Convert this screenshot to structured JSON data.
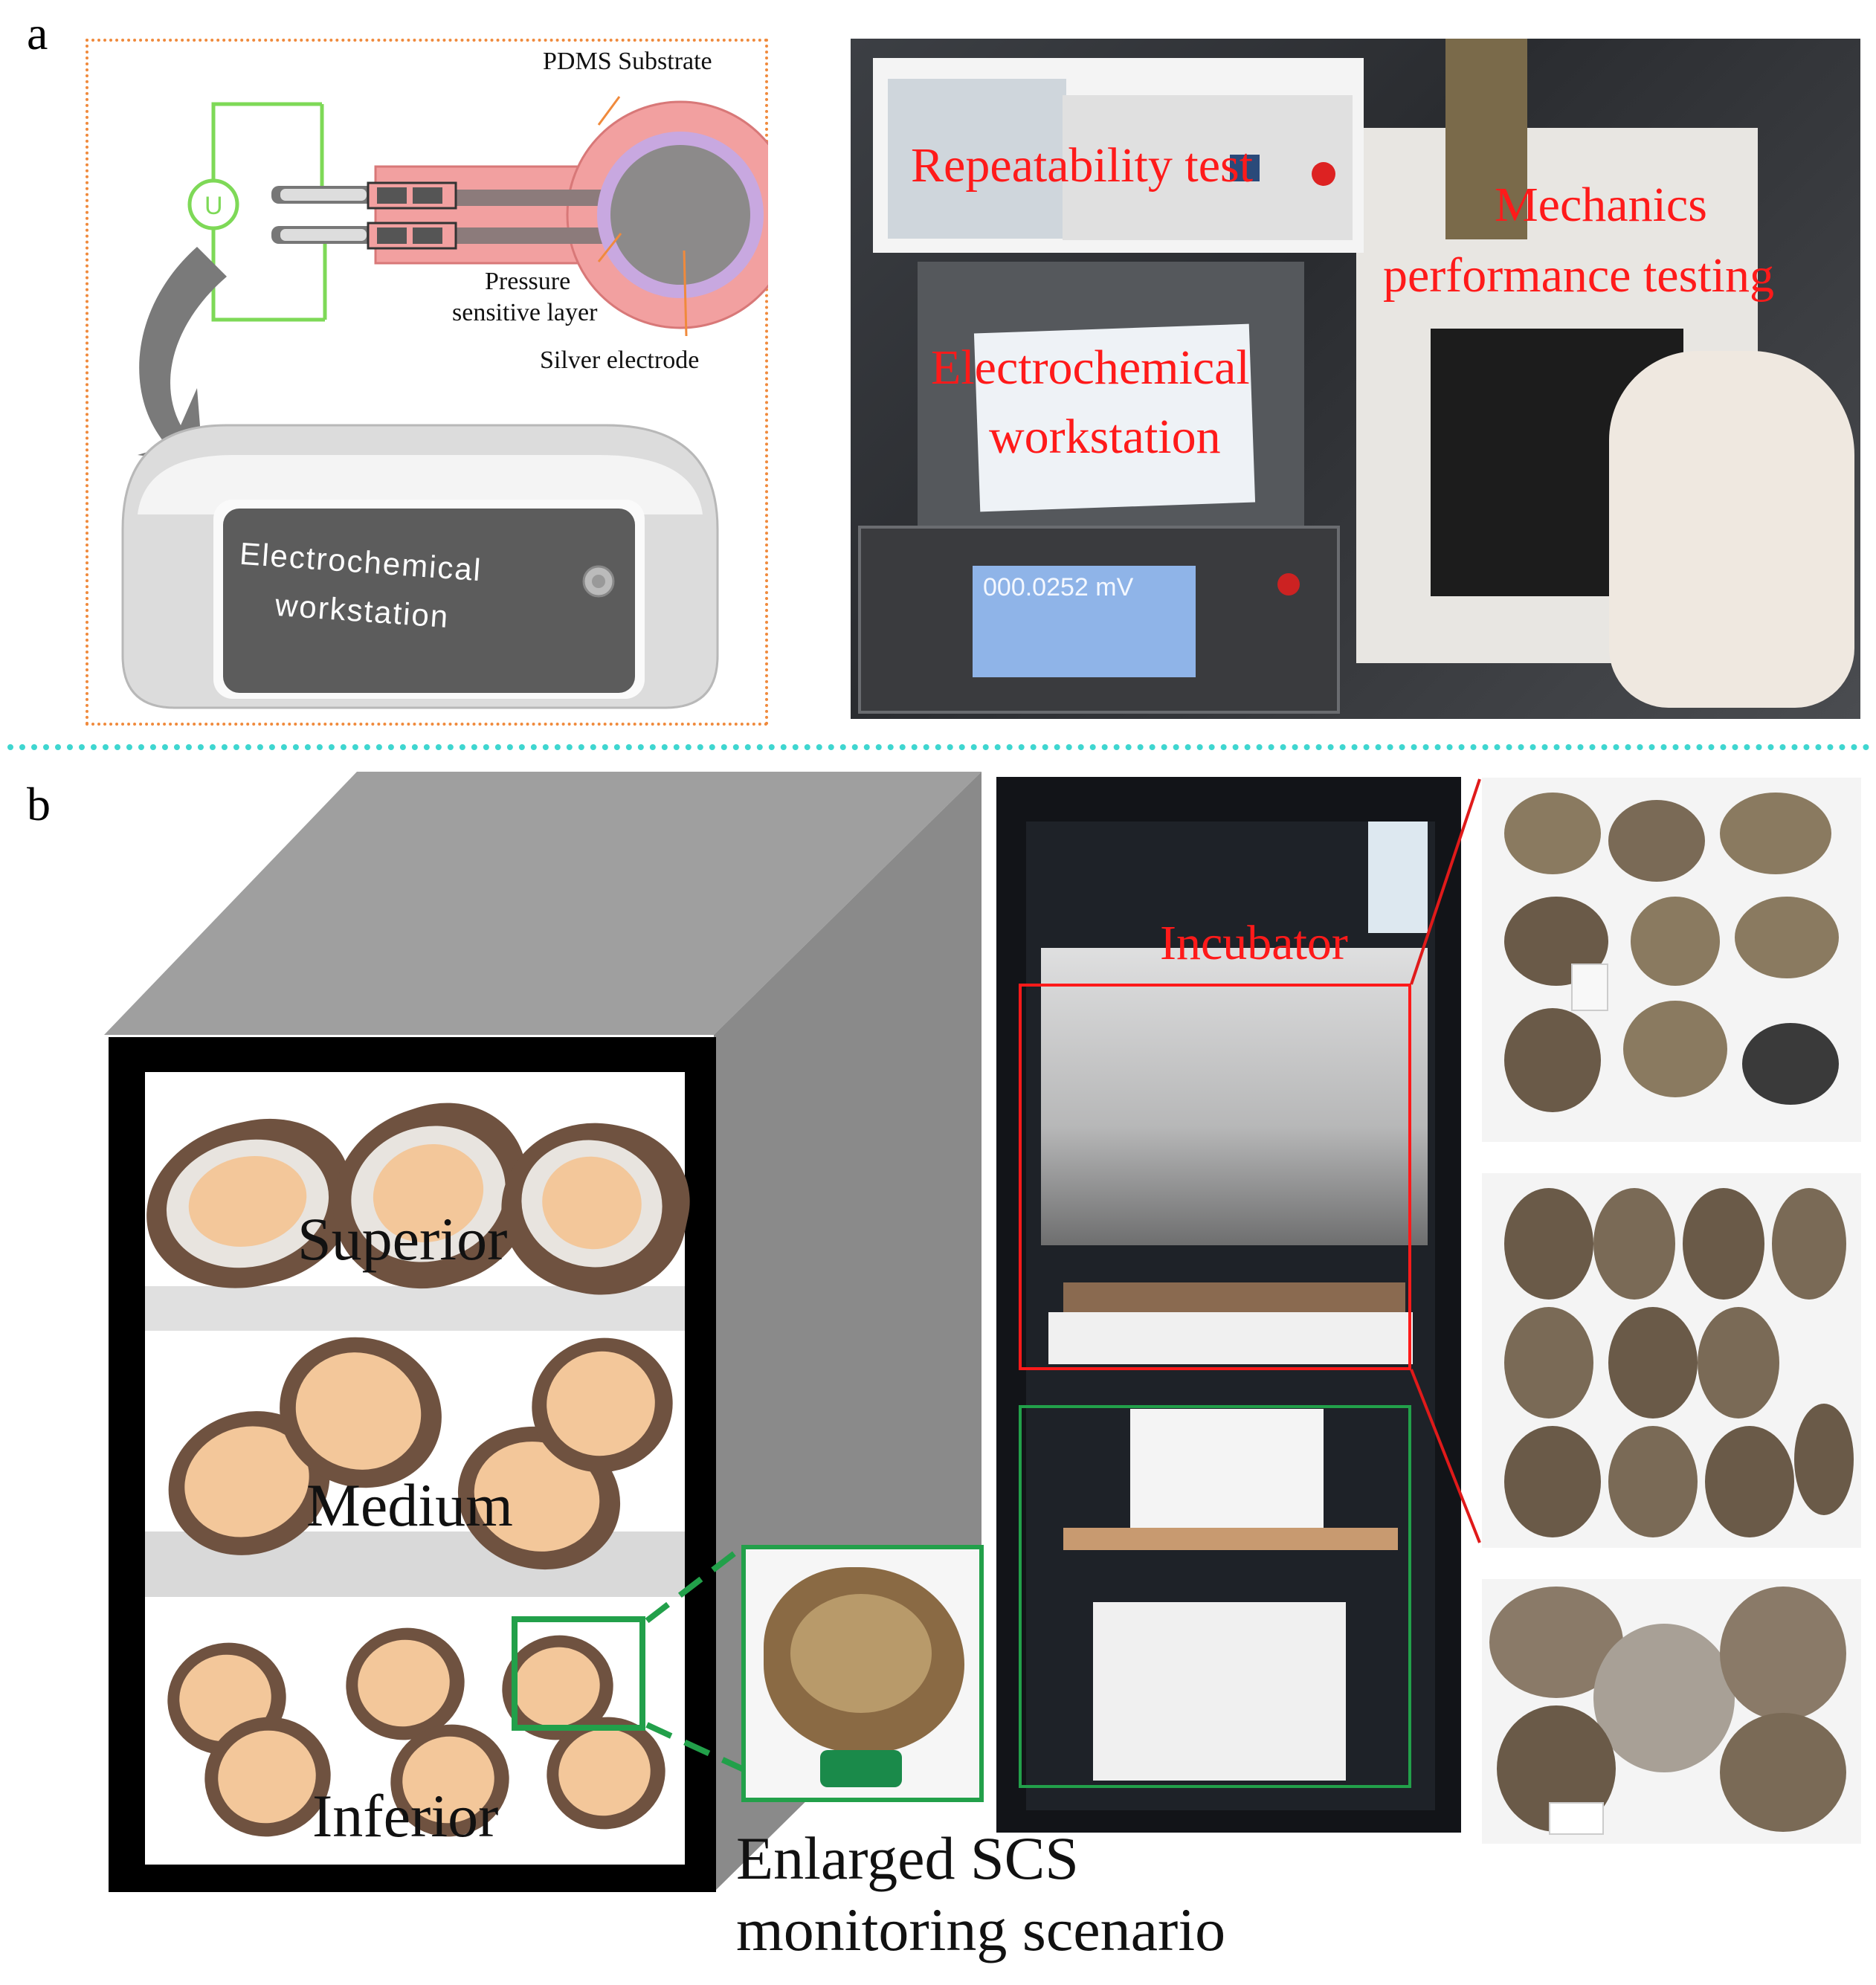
{
  "panels": {
    "a": "a",
    "b": "b"
  },
  "panel_a": {
    "schematic": {
      "substrate_label": "PDMS Substrate",
      "pressure_label_line1": "Pressure",
      "pressure_label_line2": "sensitive layer",
      "electrode_label": "Silver electrode",
      "device_label_line1": "Electrochemical",
      "device_label_line2": "workstation"
    },
    "photo": {
      "repeatability": "Repeatability test",
      "mechanics_line1": "Mechanics",
      "mechanics_line2": "performance testing",
      "electrochem_line1": "Electrochemical",
      "electrochem_line2": "workstation",
      "display_reading": "000.0252 mV"
    }
  },
  "panel_b": {
    "shelves": [
      "Superior",
      "Medium",
      "Inferior"
    ],
    "caption_line1": "Enlarged SCS",
    "caption_line2": "monitoring scenario",
    "incubator_label": "Incubator"
  },
  "colors": {
    "orange_dash": "#f08a3c",
    "cyan_divider": "#3fd6d0",
    "red_annotation": "#ff1a1a",
    "green_box": "#22a04a",
    "circuit_green": "#7ed957"
  }
}
